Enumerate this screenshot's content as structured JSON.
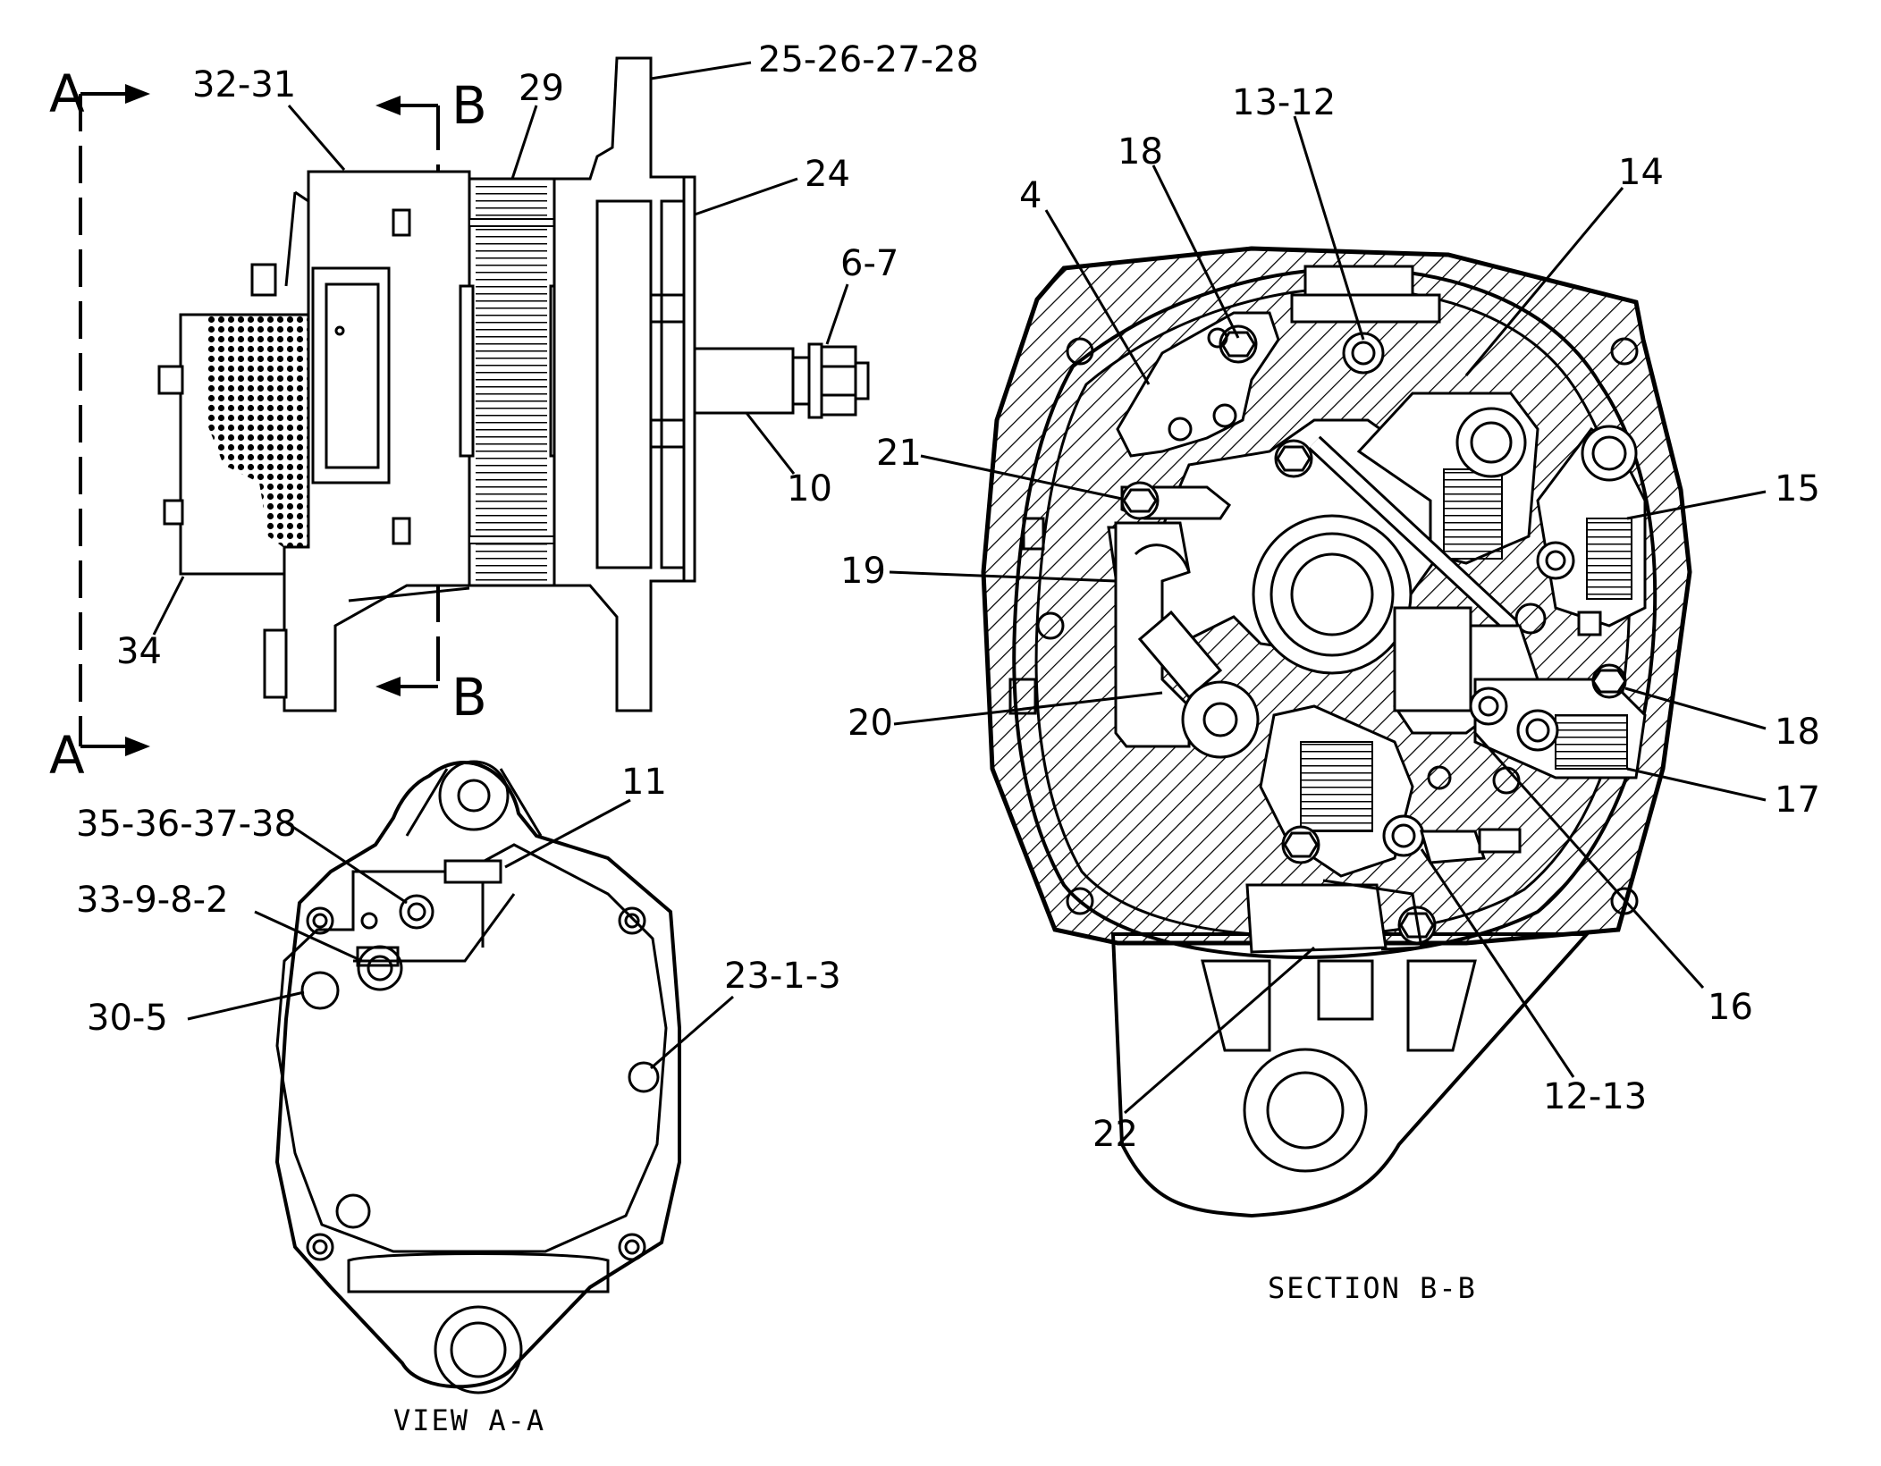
{
  "view_a_marker": "A",
  "section_b_marker": "B",
  "side_view_labels": {
    "l32_31": "32-31",
    "l29": "29",
    "l25_28": "25-26-27-28",
    "l24": "24",
    "l6_7": "6-7",
    "l10": "10",
    "l34": "34"
  },
  "view_aa_labels": {
    "l11": "11",
    "l35_38": "35-36-37-38",
    "l33_2": "33-9-8-2",
    "l30_5": "30-5",
    "l23_3": "23-1-3"
  },
  "section_labels": {
    "l18a": "18",
    "l13_12": "13-12",
    "l14": "14",
    "l4": "4",
    "l21": "21",
    "l15": "15",
    "l19": "19",
    "l20": "20",
    "l18b": "18",
    "l17": "17",
    "l16": "16",
    "l12_13": "12-13",
    "l22": "22"
  },
  "captions": {
    "view_aa": "VIEW  A-A",
    "section_bb": "SECTION  B-B"
  }
}
